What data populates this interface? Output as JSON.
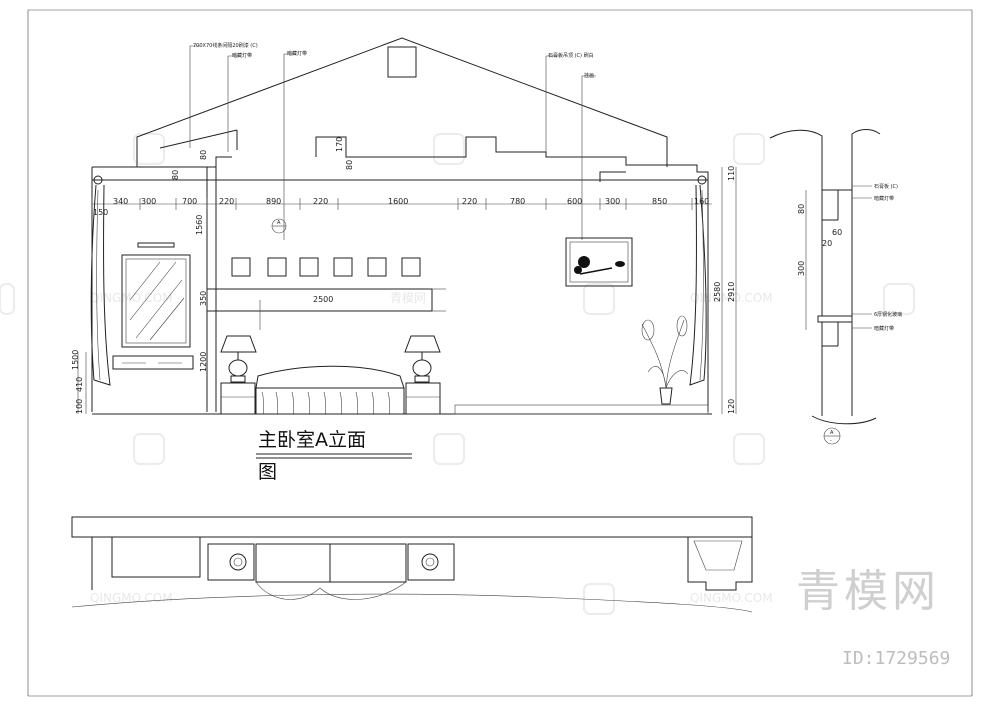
{
  "title": {
    "line1": "主卧室A立面",
    "line2": "图"
  },
  "watermark": {
    "brand": "青模网",
    "id": "ID:1729569",
    "logo_text": "QINGMO.COM",
    "logo_cn": "青模网"
  },
  "dims": {
    "top": [
      "340",
      "300",
      "700",
      "220",
      "890",
      "220",
      "1600",
      "220",
      "780",
      "600",
      "300",
      "850",
      "160"
    ],
    "left_offset": "150",
    "ceiling_small": [
      "80",
      "170",
      "80"
    ],
    "right_heights": [
      "110",
      "2580",
      "2910",
      "120"
    ],
    "left_heights": [
      "1560",
      "350",
      "1200"
    ],
    "left_bottom": [
      "1500",
      "410",
      "100"
    ],
    "shelf": "2500",
    "top_right_small": "80",
    "detail": [
      "80",
      "60",
      "20",
      "300"
    ]
  },
  "notes": {
    "n1": "700X70线条间隔20刷漆 (C)",
    "n2": "暗藏灯带",
    "n3": "石膏板吊顶 (C) 刷白",
    "n4": "挂画",
    "d1": "石膏板 (C)",
    "d2": "暗藏灯带",
    "d3": "6厚钢化玻璃",
    "d4": "暗藏灯带"
  },
  "section_marker": {
    "top": "A",
    "bottom": "-"
  }
}
